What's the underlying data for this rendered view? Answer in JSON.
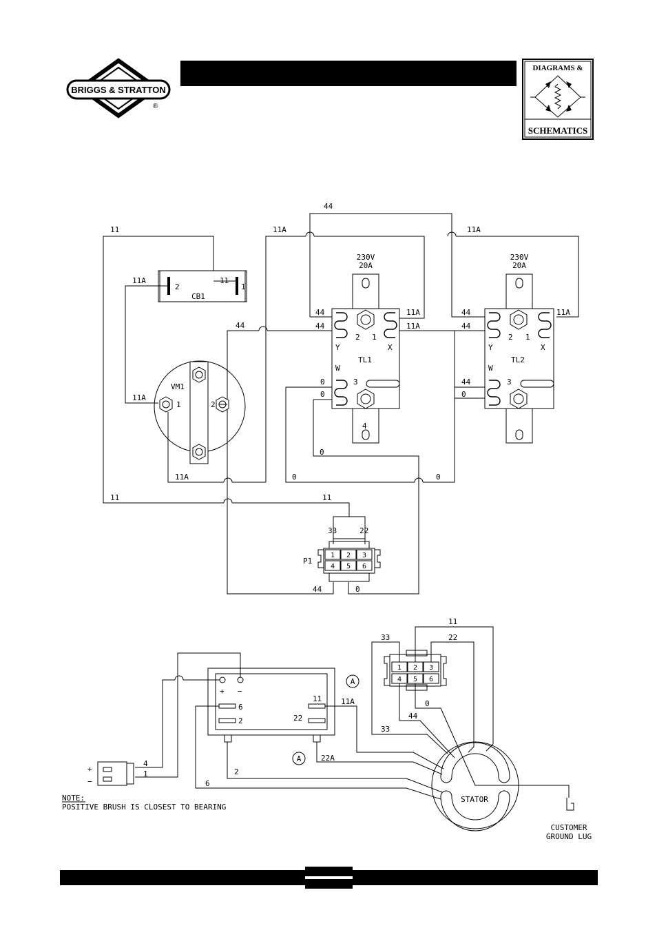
{
  "header": {
    "brand_name": "BRIGGS & STRATTON",
    "registered_mark": "®",
    "badge_line1": "DIAGRAMS &",
    "badge_line2": "SCHEMATICS"
  },
  "wire_labels": {
    "w44_top": "44",
    "w11_top": "11",
    "w11a_mid": "11A",
    "w11a_right": "11A",
    "cb1_11a": "11A",
    "cb1_11": "11",
    "w44_left": "44",
    "vm1_11a": "11A",
    "vm1_11a_bot": "11A",
    "w11_low_left": "11",
    "w11_low_mid": "11",
    "w0_low_left": "0",
    "w0_low_right": "0",
    "w0_mid": "0",
    "p1_33": "33",
    "p1_22": "22",
    "p1_44": "44",
    "p1_0": "0"
  },
  "cb1": {
    "name": "CB1",
    "pin1": "1",
    "pin2": "2"
  },
  "vm1": {
    "name": "VM1",
    "pin1": "1",
    "pin2": "2"
  },
  "tl1": {
    "name": "TL1",
    "rating_v": "230V",
    "rating_a": "20A",
    "pin1": "1",
    "pin2": "2",
    "pin3": "3",
    "pin4": "4",
    "x": "X",
    "y": "Y",
    "w": "W",
    "in44_a": "44",
    "in44_b": "44",
    "in11a_a": "11A",
    "in11a_b": "11A",
    "in0_a": "0",
    "in0_b": "0"
  },
  "tl2": {
    "name": "TL2",
    "rating_v": "230V",
    "rating_a": "20A",
    "pin1": "1",
    "pin2": "2",
    "pin3": "3",
    "x": "X",
    "y": "Y",
    "w": "W",
    "in44_a": "44",
    "in44_b": "44",
    "in11a": "11A",
    "in44_c": "44",
    "in0": "0"
  },
  "p1": {
    "name": "P1",
    "pins": [
      "1",
      "2",
      "3",
      "4",
      "5",
      "6"
    ]
  },
  "lower": {
    "plus": "+",
    "minus": "−",
    "reg_6": "6",
    "reg_2": "2",
    "reg_11": "11",
    "reg_22": "22",
    "w11a": "11A",
    "w22a": "22A",
    "w2": "2",
    "w6": "6",
    "brush_4": "4",
    "brush_1": "1",
    "brush_plus": "+",
    "brush_minus": "−",
    "marker_a": "A",
    "plug_11": "11",
    "plug_22": "22",
    "plug_33": "33",
    "plug_44": "44",
    "plug_0": "0",
    "w33": "33",
    "w44": "44",
    "plug_pins": [
      "1",
      "2",
      "3",
      "4",
      "5",
      "6"
    ],
    "stator": "STATOR",
    "ground_lug_1": "CUSTOMER",
    "ground_lug_2": "GROUND LUG",
    "note_title": "NOTE:",
    "note_text": "POSITIVE BRUSH IS CLOSEST TO BEARING"
  }
}
